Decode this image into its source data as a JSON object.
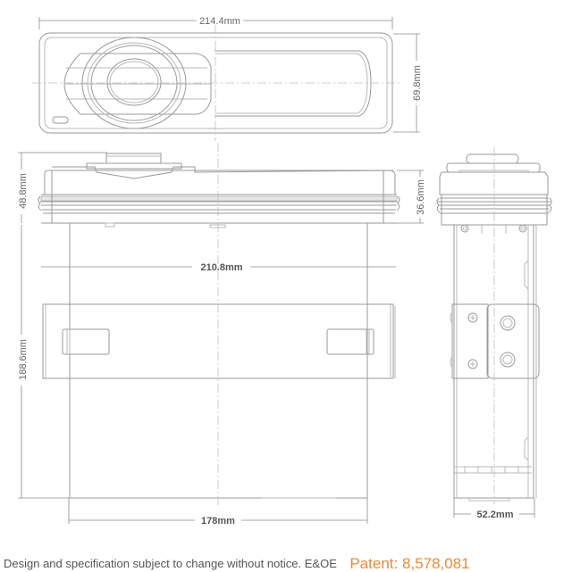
{
  "drawing": {
    "title": "Car stereo dimension drawing",
    "views": {
      "front": {
        "width_label": "214.4mm",
        "height_label": "69.8mm"
      },
      "top": {
        "depth_overall_label": "48.8mm",
        "faceplate_depth_label": "36.6mm",
        "chassis_width_label": "210.8mm",
        "chassis_length_label": "188.6mm",
        "rear_width_label": "178mm"
      },
      "side": {
        "width_label": "52.2mm"
      }
    }
  },
  "footer": {
    "note": "Design and specification subject to change without notice. E&OE",
    "patent": "Patent: 8,578,081"
  },
  "colors": {
    "line": "#9a9a9a",
    "text": "#555555",
    "patent": "#e88b3a"
  }
}
